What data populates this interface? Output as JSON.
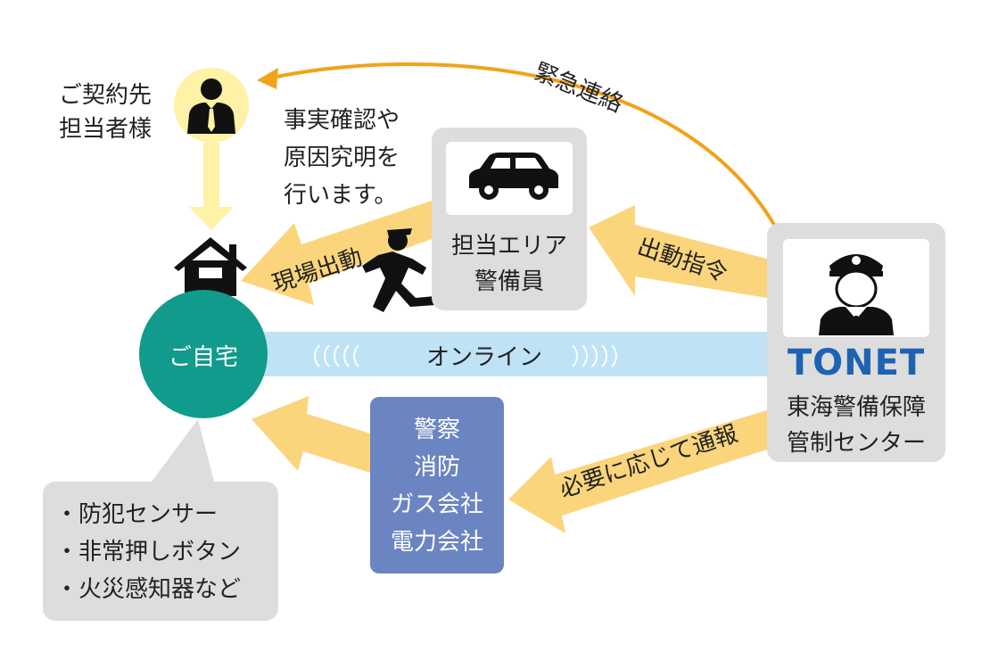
{
  "customer": {
    "line1": "ご契約先",
    "line2": "担当者様"
  },
  "note": {
    "line1": "事実確認や",
    "line2": "原因究明を",
    "line3": "行います。"
  },
  "emergency_contact": "緊急連絡",
  "home": "ご自宅",
  "online": "オンライン",
  "online_left_marks": "（（（（（",
  "online_right_marks": "）））））",
  "field_dispatch": "現場出動",
  "guard": {
    "line1": "担当エリア",
    "line2": "警備員"
  },
  "dispatch_order": "出動指令",
  "center": {
    "logo": "TONET",
    "line1": "東海警備保障",
    "line2": "管制センター"
  },
  "notify": "必要に応じて通報",
  "agencies": [
    "警察",
    "消防",
    "ガス会社",
    "電力会社"
  ],
  "sensors": [
    "・防犯センサー",
    "・非常押しボタン",
    "・火災感知器など"
  ],
  "colors": {
    "teal": "#119b8c",
    "arrow_yellow": "#fbd57c",
    "online_blue": "#bfe3f5",
    "curve_orange": "#f0a31c",
    "agency_blue": "#6b85c2",
    "logo_blue": "#1d63b3",
    "grey_box": "#dddddd",
    "person_bg": "#fdf2a6"
  }
}
